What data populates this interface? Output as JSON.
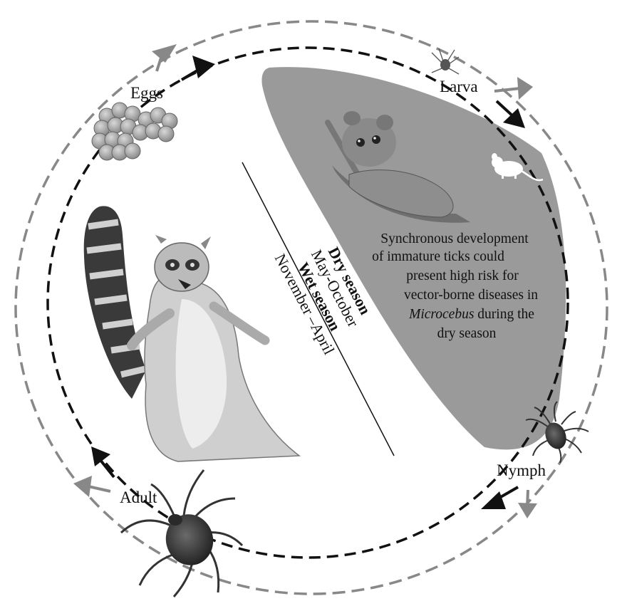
{
  "stages": {
    "eggs": "Eggs",
    "larva": "Larva",
    "nymph": "Nymph",
    "adult": "Adult"
  },
  "seasons": {
    "dry": {
      "name": "Dry season",
      "months": "May-October"
    },
    "wet": {
      "name": "Wet season",
      "months": "November –April"
    }
  },
  "note": {
    "line1": "Synchronous development",
    "line2": "of immature ticks could",
    "line3": "present high risk for",
    "line4": "vector-borne diseases in",
    "line5_italic": "Microcebus",
    "line5_rest": " during the",
    "line6": "dry season"
  },
  "colors": {
    "outer_cycle": "#888888",
    "inner_cycle": "#111111",
    "dry_region": "#9a9a9a",
    "rodent_silhouette": "#ffffff"
  },
  "icons": {
    "eggs": "tick-egg-cluster",
    "larva": "tick-larva-icon",
    "nymph": "tick-nymph-icon",
    "adult": "tick-adult-icon",
    "host_wet": "ring-tailed-lemur",
    "host_dry": "mouse-lemur-microcebus",
    "rodent": "rodent-silhouette-icon"
  }
}
